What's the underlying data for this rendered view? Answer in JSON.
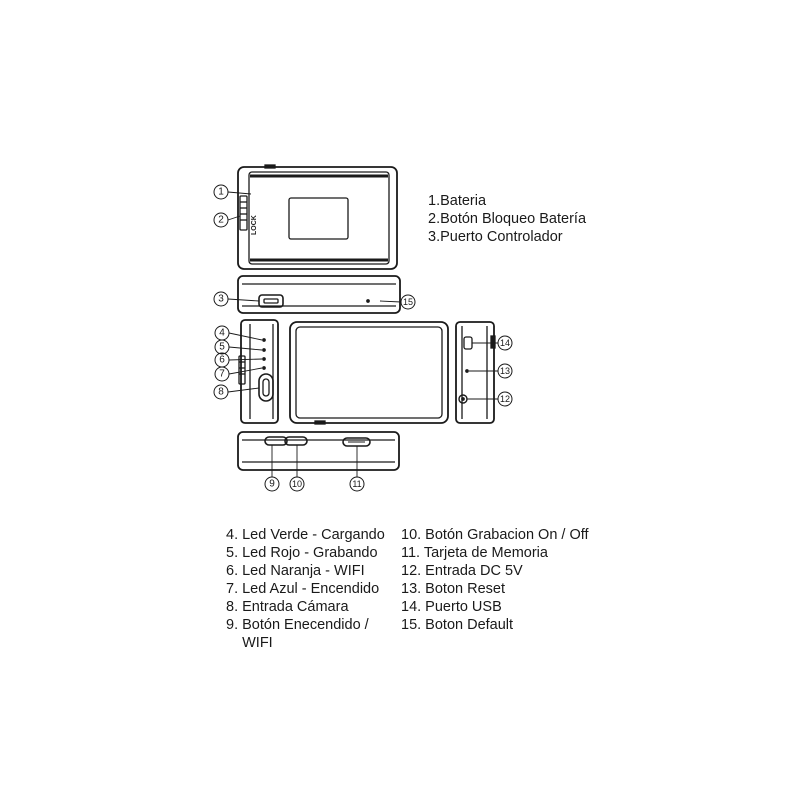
{
  "legend_top": [
    "1.Bateria",
    "2.Botón Bloqueo Batería",
    "3.Puerto Controlador"
  ],
  "legend_left": [
    "4. Led Verde - Cargando",
    "5. Led Rojo - Grabando",
    "6. Led Naranja - WIFI",
    "7. Led Azul - Encendido",
    "8. Entrada Cámara",
    "9. Botón Enecendido /",
    "    WIFI"
  ],
  "legend_right": [
    "10. Botón Grabacion On / Off",
    "11. Tarjeta de Memoria",
    "12. Entrada DC 5V",
    "13. Boton Reset",
    "14. Puerto USB",
    "15. Boton Default"
  ],
  "callouts": {
    "c1": "1",
    "c2": "2",
    "c3": "3",
    "c4": "4",
    "c5": "5",
    "c6": "6",
    "c7": "7",
    "c8": "8",
    "c9": "9",
    "c10": "10",
    "c11": "11",
    "c12": "12",
    "c13": "13",
    "c14": "14",
    "c15": "15"
  },
  "lock_label": "LOCK",
  "colors": {
    "line": "#1a1a1a",
    "background": "#ffffff"
  }
}
